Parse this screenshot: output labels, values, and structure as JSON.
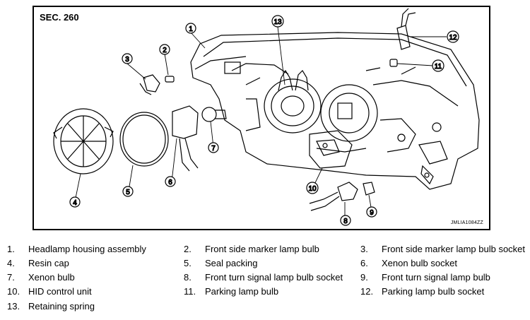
{
  "diagram": {
    "section": "SEC. 260",
    "code": "JMLIA1084ZZ",
    "callouts": [
      "1",
      "2",
      "3",
      "4",
      "5",
      "6",
      "7",
      "8",
      "9",
      "10",
      "11",
      "12",
      "13"
    ]
  },
  "legend": [
    {
      "num": "1.",
      "label": "Headlamp housing assembly"
    },
    {
      "num": "2.",
      "label": "Front side marker lamp bulb"
    },
    {
      "num": "3.",
      "label": "Front side marker lamp bulb socket"
    },
    {
      "num": "4.",
      "label": "Resin cap"
    },
    {
      "num": "5.",
      "label": "Seal packing"
    },
    {
      "num": "6.",
      "label": "Xenon bulb socket"
    },
    {
      "num": "7.",
      "label": "Xenon bulb"
    },
    {
      "num": "8.",
      "label": "Front turn signal lamp bulb socket"
    },
    {
      "num": "9.",
      "label": "Front turn signal lamp bulb"
    },
    {
      "num": "10.",
      "label": "HID control unit"
    },
    {
      "num": "11.",
      "label": "Parking lamp bulb"
    },
    {
      "num": "12.",
      "label": "Parking lamp bulb socket"
    },
    {
      "num": "13.",
      "label": "Retaining spring"
    }
  ]
}
